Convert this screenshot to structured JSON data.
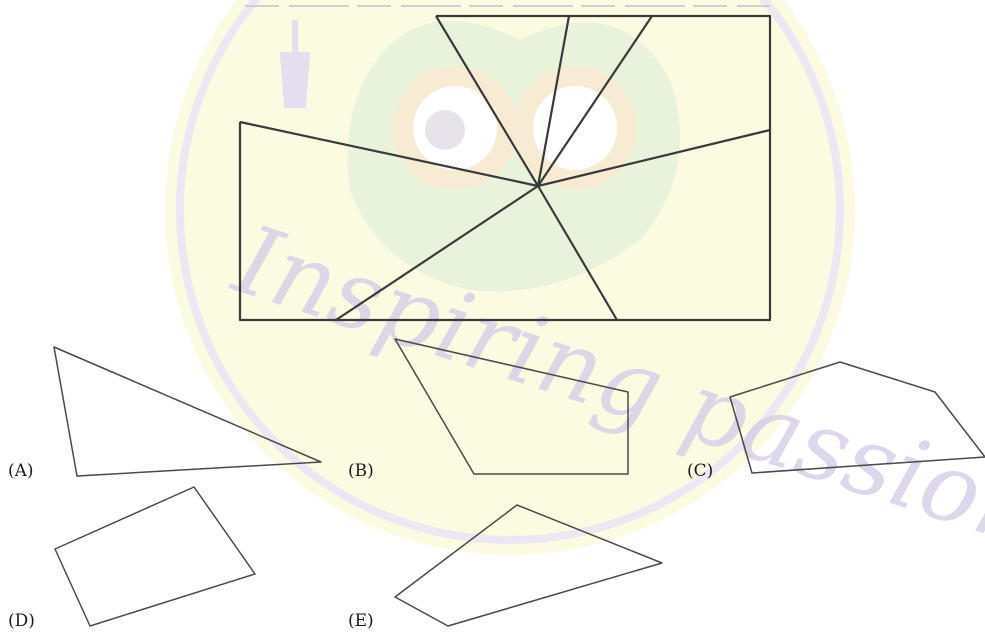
{
  "watermark": {
    "text": "Inspiring passion"
  },
  "options": [
    {
      "id": "A",
      "label": "(A)"
    },
    {
      "id": "B",
      "label": "(B)"
    },
    {
      "id": "C",
      "label": "(C)"
    },
    {
      "id": "D",
      "label": "(D)"
    },
    {
      "id": "E",
      "label": "(E)"
    }
  ]
}
